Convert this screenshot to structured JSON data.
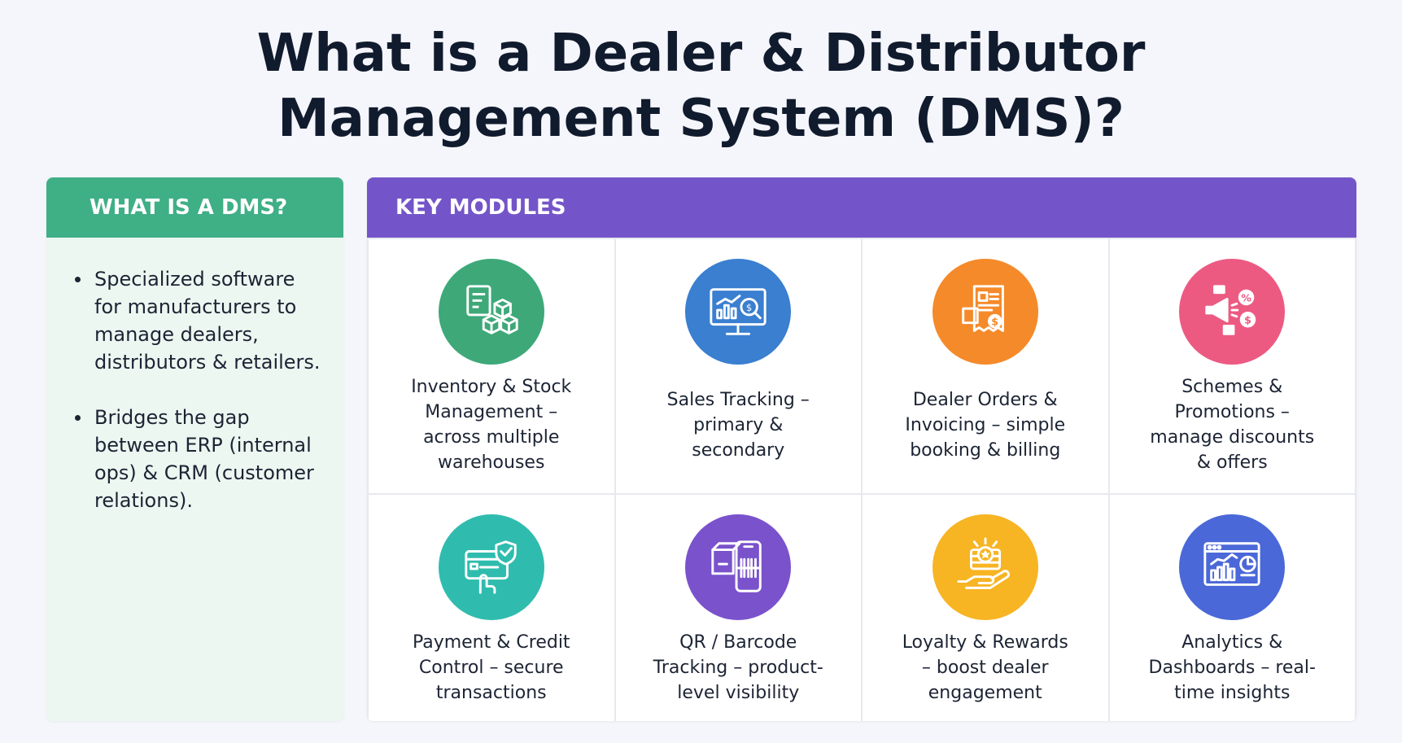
{
  "title": {
    "line1": "What is a Dealer & Distributor",
    "line2": "Management System (DMS)?"
  },
  "left_panel": {
    "heading": "WHAT IS A DMS?",
    "bullets": [
      "Specialized software for manufacturers to manage dealers, distributors & retailers.",
      "Bridges the gap between ERP (internal ops) & CRM (customer relations)."
    ],
    "accent_color": "#3faf86"
  },
  "right_panel": {
    "heading": "KEY MODULES",
    "accent_color": "#7455c9",
    "modules": [
      {
        "label": "Inventory & Stock Management – across multiple warehouses",
        "icon": "inventory-boxes-icon",
        "color": "#3ea879"
      },
      {
        "label": "Sales Tracking – primary & secondary",
        "icon": "sales-monitor-icon",
        "color": "#3a7fd0"
      },
      {
        "label": "Dealer Orders & Invoicing – simple booking & billing",
        "icon": "invoice-icon",
        "color": "#f58a2a"
      },
      {
        "label": "Schemes & Promotions – manage discounts & offers",
        "icon": "megaphone-discount-icon",
        "color": "#ec5a82"
      },
      {
        "label": "Payment & Credit Control – secure transactions",
        "icon": "credit-card-shield-icon",
        "color": "#2fbcae"
      },
      {
        "label": "QR / Barcode Tracking – product-level visibility",
        "icon": "barcode-scan-icon",
        "color": "#7a52cc"
      },
      {
        "label": "Loyalty & Rewards – boost dealer engagement",
        "icon": "reward-hand-icon",
        "color": "#f7b423"
      },
      {
        "label": "Analytics & Dashboards – real-time insights",
        "icon": "analytics-dashboard-icon",
        "color": "#4b68d8"
      }
    ]
  }
}
